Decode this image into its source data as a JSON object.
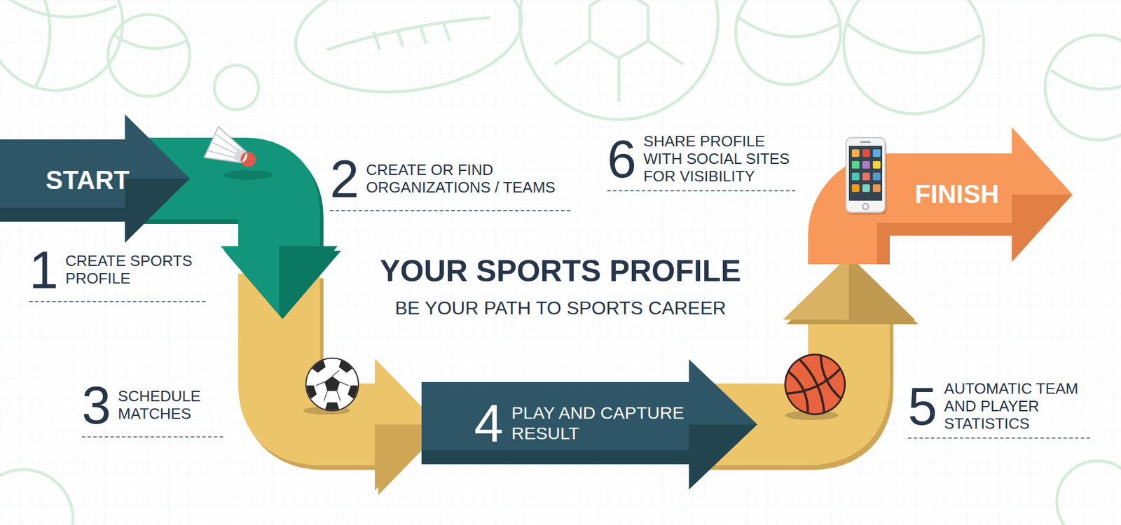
{
  "diagram": {
    "title": "YOUR SPORTS PROFILE",
    "nodes": [
      {
        "text": [
          "START"
        ]
      },
      {
        "text": [
          "4",
          "PLAY AND CAPTURE RESULT"
        ]
      },
      {
        "text": [
          "FINISH"
        ]
      }
    ],
    "edges": [
      {
        "from": 0,
        "to": 1,
        "arrow": "to"
      },
      {
        "from": 1,
        "to": 2,
        "arrow": "to"
      }
    ],
    "labels": [
      "1",
      "CREATE SPORTS PROFILE",
      "2",
      "CREATE OR FIND ORGANIZATIONS / TEAMS",
      "3",
      "SCHEDULE MATCHES",
      "5",
      "AUTOMATIC TEAM AND PLAYER STATISTICS",
      "6",
      "SHARE PROFILE WITH SOCIAL SITES FOR VISIBILITY",
      "BE YOUR PATH TO SPORTS CAREER"
    ]
  }
}
